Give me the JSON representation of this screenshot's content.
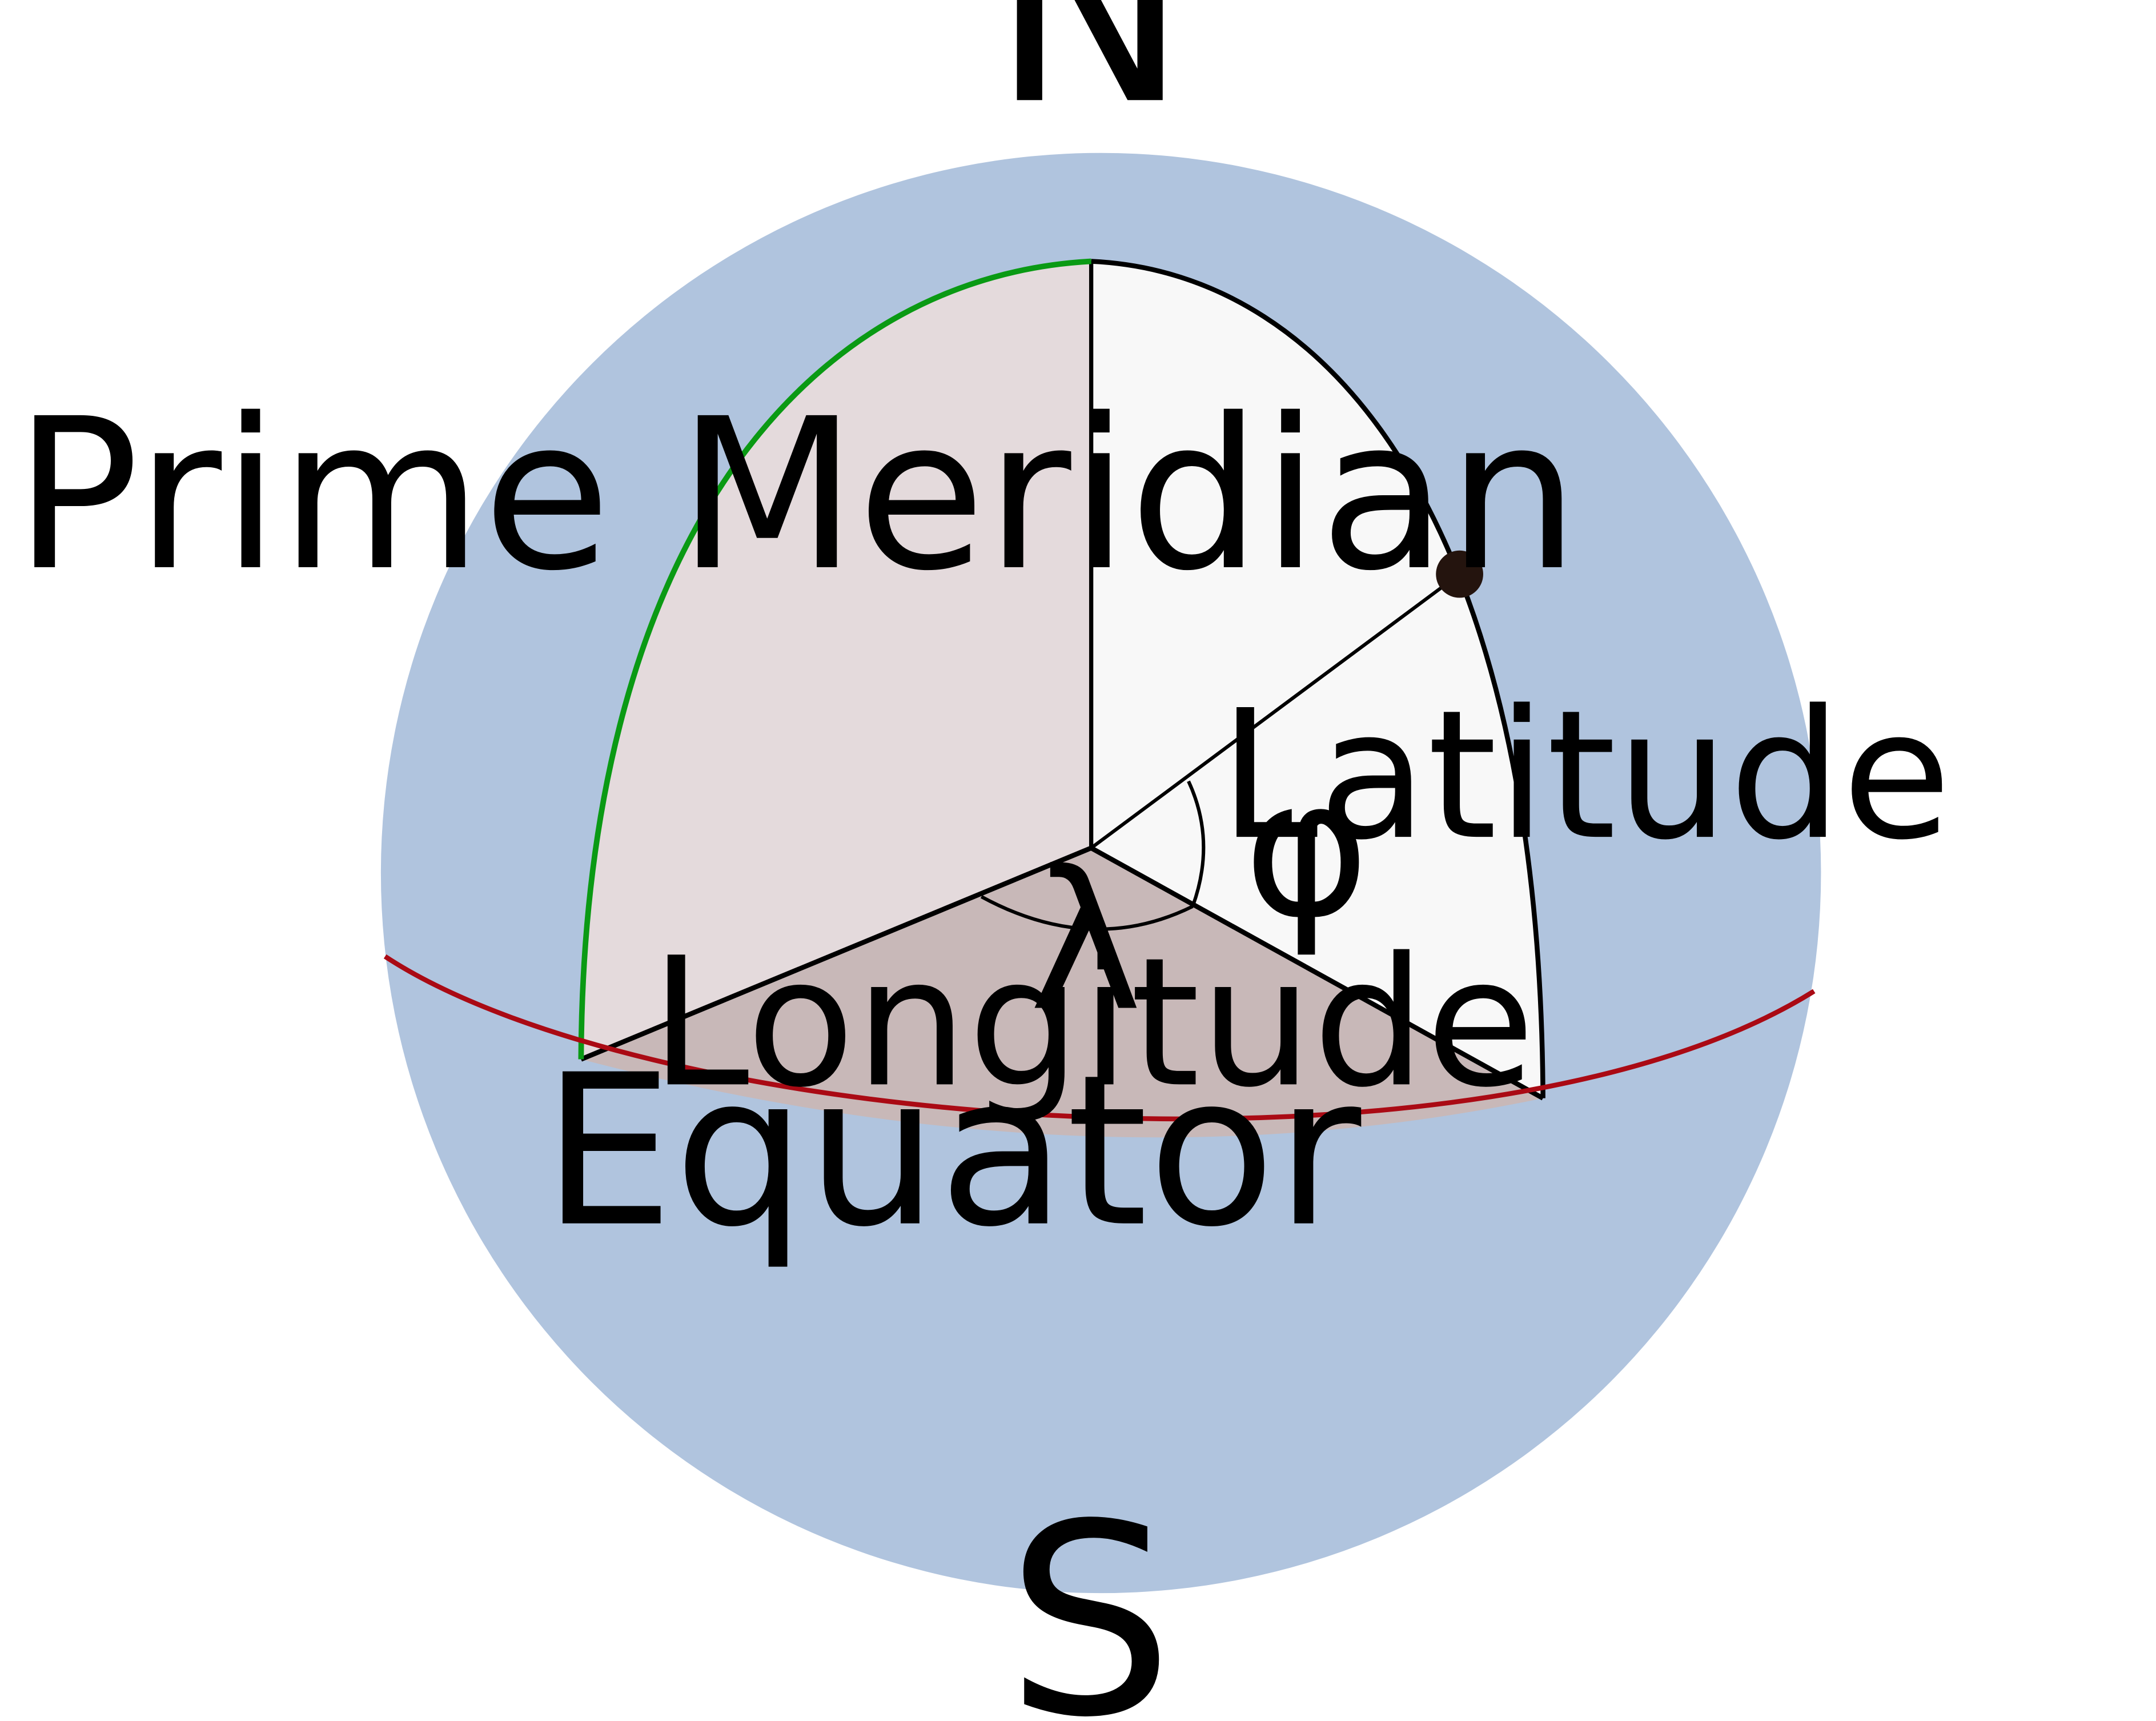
{
  "labels": {
    "north": "N",
    "south": "S",
    "prime_meridian": "Prime Meridian",
    "equator": "Equator",
    "latitude": "Latitude",
    "latitude_symbol": "φ",
    "longitude": "Longitude",
    "longitude_symbol": "λ"
  },
  "colors": {
    "sphere": "#b0c4de",
    "prime_meridian_line": "#0a9a14",
    "equator_line": "#aa0a14",
    "longitude_wedge": "#c8b8b8",
    "prime_meridian_plane": "#e4dadc",
    "latitude_plane": "#f8f8f8",
    "point": "#24140e",
    "outline": "#000000"
  }
}
